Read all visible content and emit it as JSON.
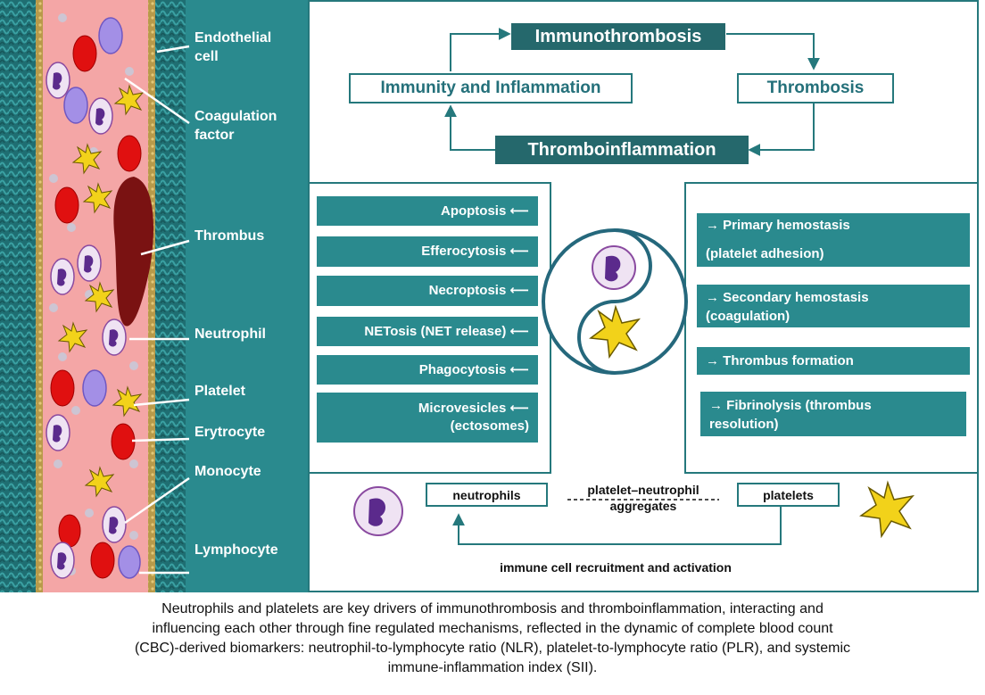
{
  "vessel_labels": {
    "endothelial": "Endothelial\ncell",
    "coagulation": "Coagulation\nfactor",
    "thrombus": "Thrombus",
    "neutrophil": "Neutrophil",
    "platelet": "Platelet",
    "erytrocyte": "Erytrocyte",
    "monocyte": "Monocyte",
    "lymphocyte": "Lymphocyte"
  },
  "cycle": {
    "immunothrombosis": "Immunothrombosis",
    "immunity": "Immunity and Inflammation",
    "thrombosis": "Thrombosis",
    "thromboinflammation": "Thromboinflammation"
  },
  "neutrophil_mechanisms": [
    "Apoptosis ⟵",
    "Efferocytosis ⟵",
    "Necroptosis ⟵",
    "NETosis (NET release) ⟵",
    "Phagocytosis ⟵",
    "Microvesicles ⟵\n(ectosomes)"
  ],
  "platelet_mechanisms": [
    "→ Primary hemostasis\n\n(platelet adhesion)",
    "→ Secondary hemostasis\n(coagulation)",
    "→ Thrombus formation",
    "→ Fibrinolysis (thrombus\nresolution)"
  ],
  "bottom": {
    "neutrophils": "neutrophils",
    "aggregates": "platelet–neutrophil\naggregates",
    "platelets": "platelets",
    "recruitment": "immune cell recruitment and activation"
  },
  "caption": [
    "Neutrophils and platelets are key drivers of immunothrombosis and thromboinflammation, interacting and",
    "influencing each other through fine regulated mechanisms, reflected in the dynamic of complete blood count",
    "(CBC)-derived biomarkers: neutrophil-to-lymphocyte ratio (NLR), platelet-to-lymphocyte ratio (PLR), and systemic",
    "immune-inflammation index (SII)."
  ],
  "colors": {
    "teal": "#2a8a8e",
    "teal_dark": "#25686c",
    "vessel_lumen": "#f4a6a6",
    "erythrocyte": "#e01010",
    "lymphocyte": "#a38fe6",
    "neutrophil_nucleus": "#5b2a8c",
    "platelet": "#f2d21a",
    "thrombus": "#7a1212"
  }
}
